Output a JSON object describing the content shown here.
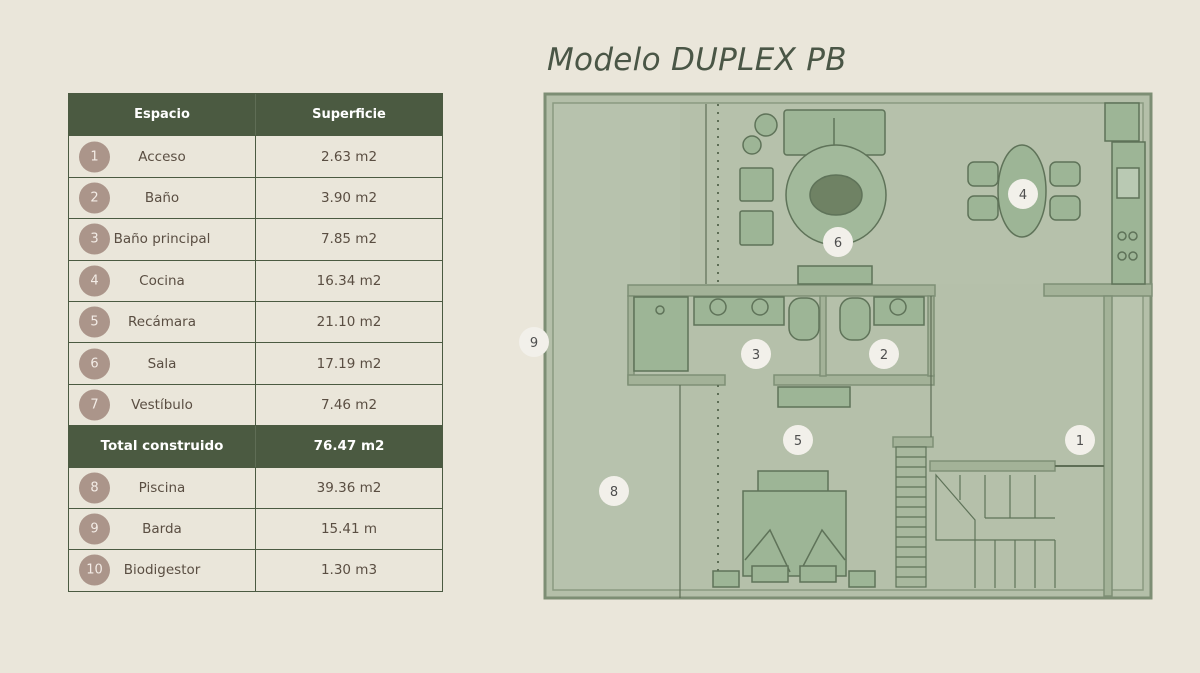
{
  "title": "Modelo DUPLEX PB",
  "table": {
    "header": {
      "col1": "Espacio",
      "col2": "Superficie"
    },
    "rooms": [
      {
        "num": "1",
        "name": "Acceso",
        "area": "2.63 m2"
      },
      {
        "num": "2",
        "name": "Baño",
        "area": "3.90 m2"
      },
      {
        "num": "3",
        "name": "Baño principal",
        "area": "7.85 m2"
      },
      {
        "num": "4",
        "name": "Cocina",
        "area": "16.34 m2"
      },
      {
        "num": "5",
        "name": "Recámara",
        "area": "21.10 m2"
      },
      {
        "num": "6",
        "name": "Sala",
        "area": "17.19 m2"
      },
      {
        "num": "7",
        "name": "Vestíbulo",
        "area": "7.46 m2"
      }
    ],
    "total": {
      "label": "Total construido",
      "area": "76.47 m2"
    },
    "extras": [
      {
        "num": "8",
        "name": "Piscina",
        "area": "39.36 m2"
      },
      {
        "num": "9",
        "name": "Barda",
        "area": "15.41 m"
      },
      {
        "num": "10",
        "name": "Biodigestor",
        "area": "1.30 m3"
      }
    ]
  },
  "plan_labels": {
    "l1": "1",
    "l2": "2",
    "l3": "3",
    "l4": "4",
    "l5": "5",
    "l6": "6",
    "l8": "8",
    "l9": "9"
  },
  "colors": {
    "dark_green": "#4b5a41",
    "badge": "#ab958a",
    "background": "#eae6da",
    "plan_floor": "#b7c2ac",
    "furniture": "#9fbb98"
  }
}
